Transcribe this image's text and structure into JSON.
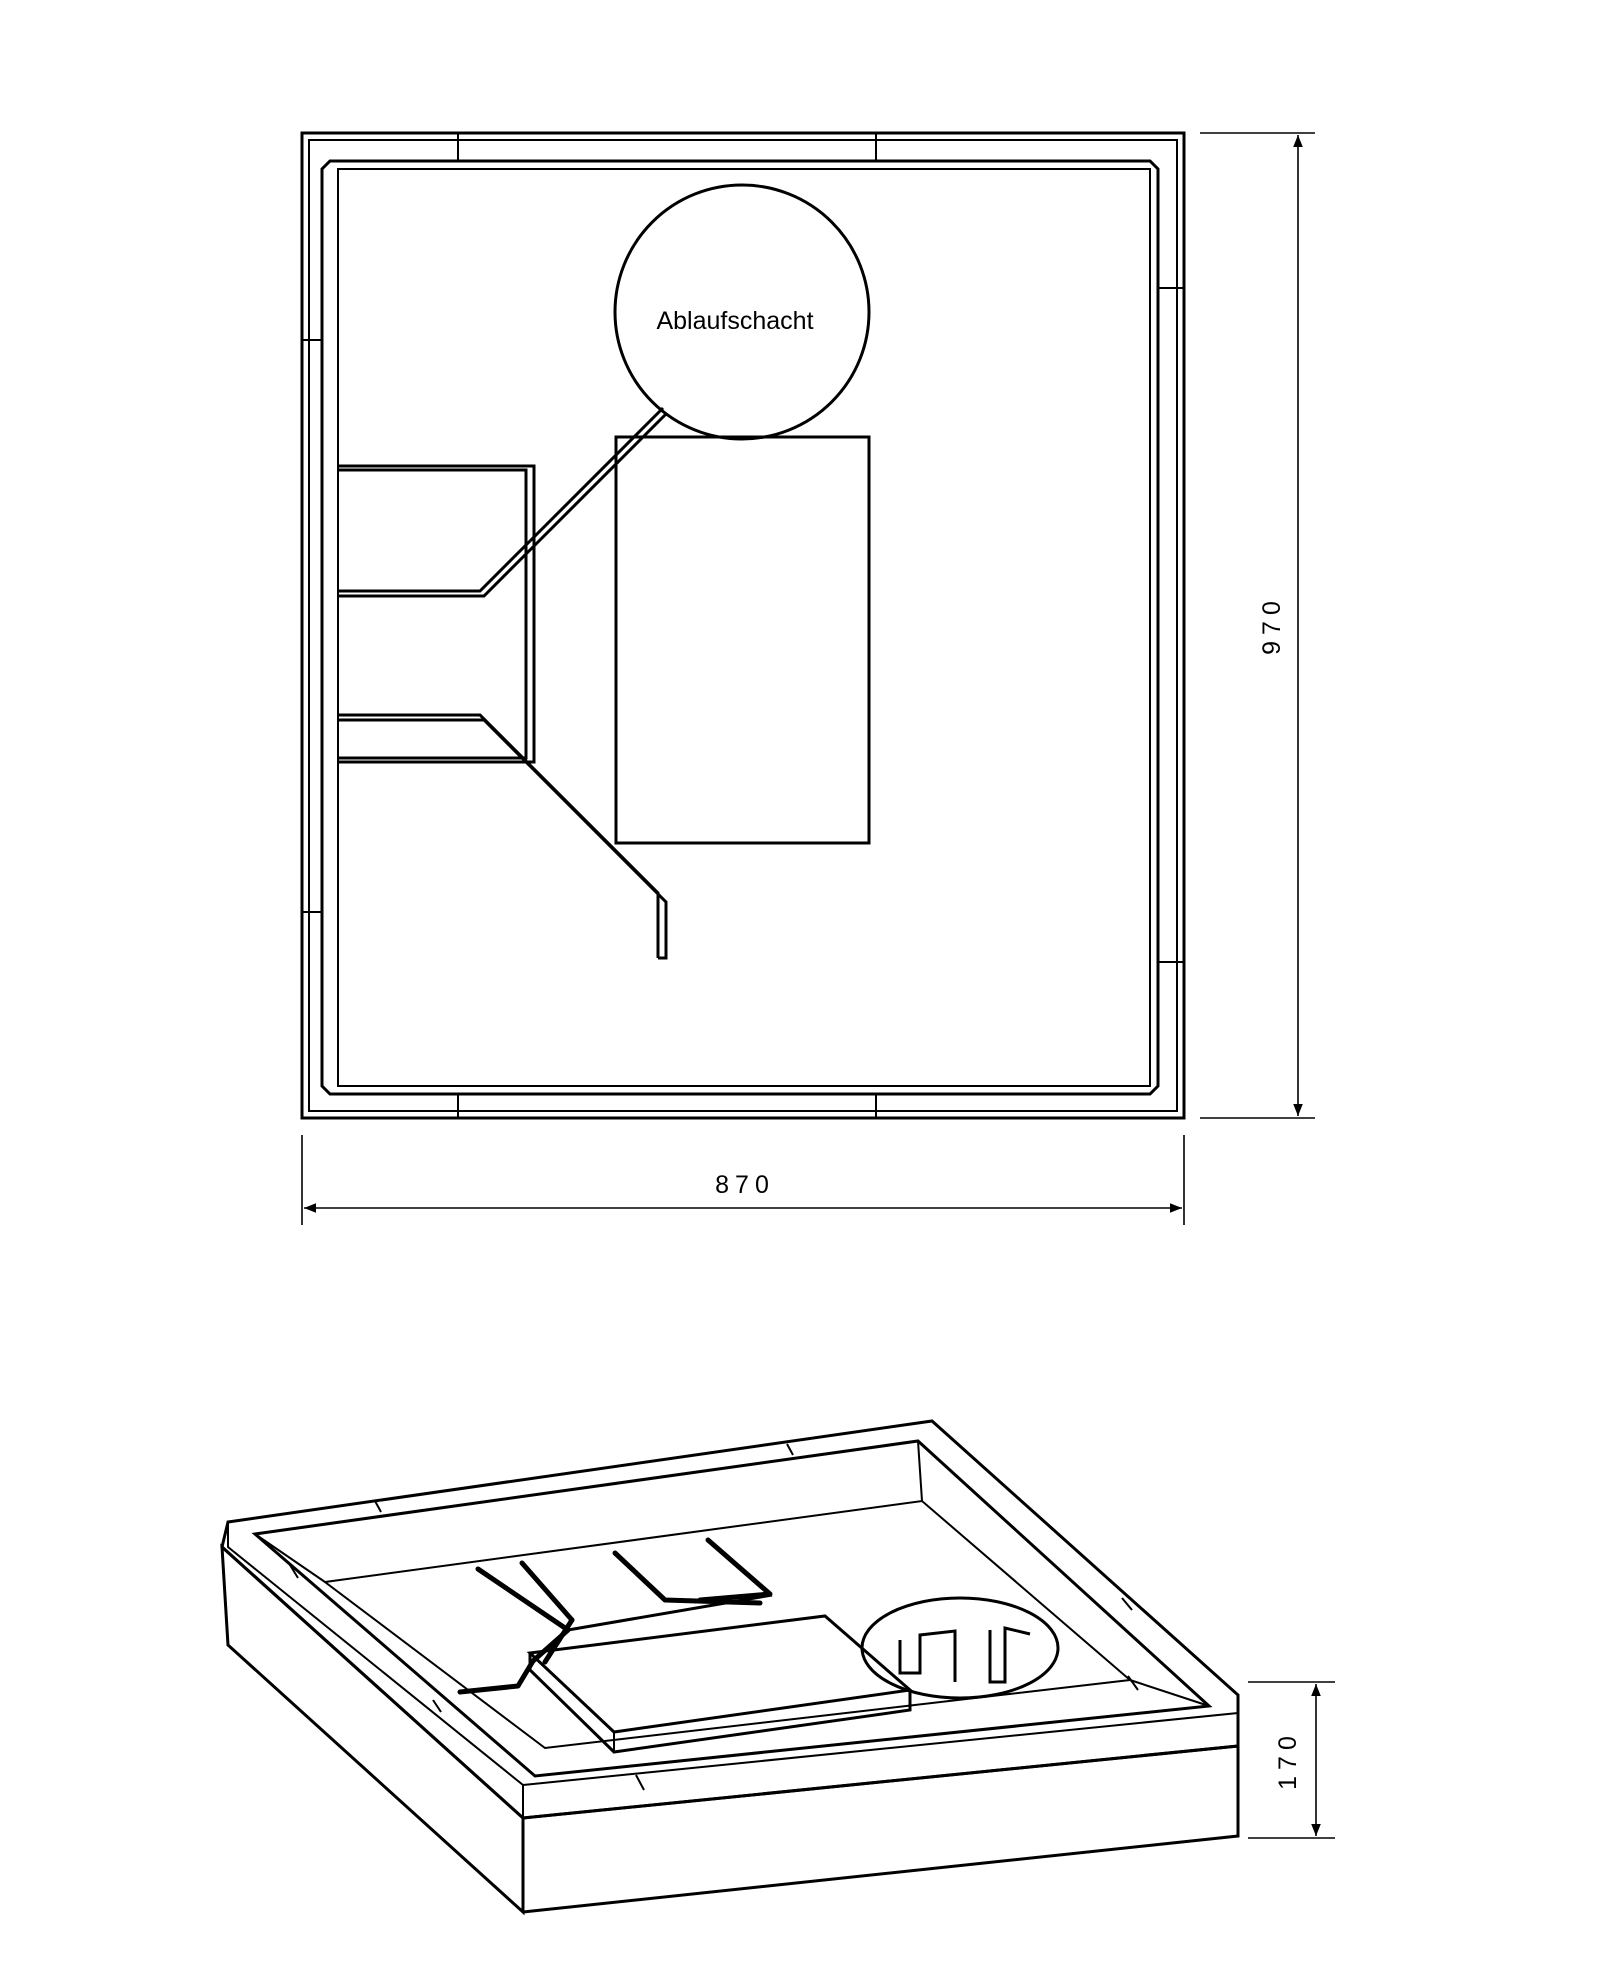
{
  "labels": {
    "drain_shaft": "Ablaufschacht"
  },
  "dimensions": {
    "width": "870",
    "depth": "970",
    "height": "170"
  },
  "colors": {
    "line": "#000000",
    "background": "#ffffff"
  }
}
